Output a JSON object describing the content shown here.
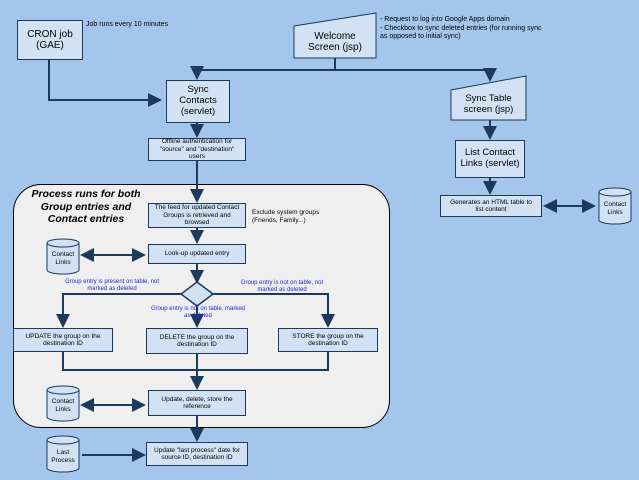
{
  "nodes": {
    "cron_job": "CRON job (GAE)",
    "welcome": "Welcome Screen (jsp)",
    "sync_contacts": "Sync Contacts (servlet)",
    "sync_table": "Sync Table screen (jsp)",
    "list_links": "List Contact Links (servlet)",
    "generates_table": "Generates an HTML table to list content",
    "offline_auth": "Offline authentication for \"source\" and \"destination\" users",
    "feed_retrieved": "The feed for updated Contact Groups is retrieved and browsed",
    "lookup": "Look-up updated entry",
    "update_group": "UPDATE the group on the destination ID",
    "delete_group": "DELETE the group on the destination ID",
    "store_group": "STORE the group on the destination ID",
    "update_delete_store": "Update, delete, store the reference",
    "update_last_process": "Update \"last process\" date for source ID, destination ID"
  },
  "databases": {
    "contact_links_right": "Contact Links",
    "contact_links_top": "Contact Links",
    "contact_links_bottom": "Contact Links",
    "last_process": "Last Process"
  },
  "notes": {
    "cron_note": "Job runs every 10 minutes",
    "welcome_note_1": "- Request to log into Google Apps domain",
    "welcome_note_2": "- Checkbox to sync deleted entries (for running sync as opposed to initial sync)",
    "exclude_note": "Exclude system groups (Friends, Family...)"
  },
  "conditions": {
    "present_not_deleted": "Group entry is present on table, not marked as deleted",
    "not_on_table_deleted": "Group entry is not on table, marked as deleted",
    "not_on_table_not_deleted": "Group entry is not on table, not marked as deleted"
  },
  "container_title": "Process runs for both Group entries and Contact entries"
}
